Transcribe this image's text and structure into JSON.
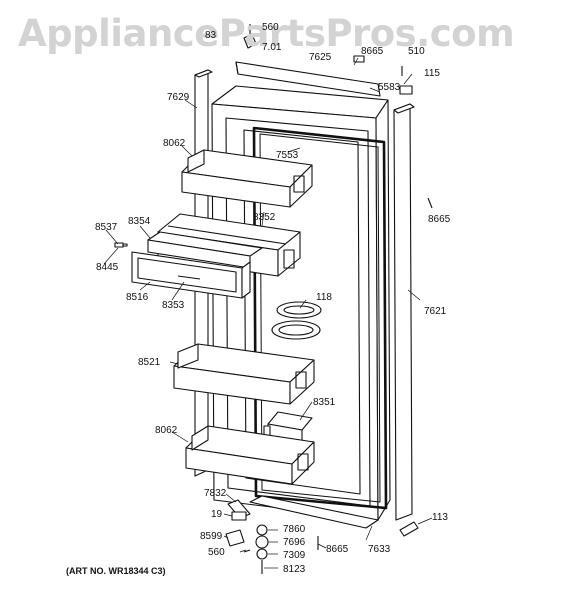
{
  "watermark": "AppliancePartsPros.com",
  "art_number": "(ART NO. WR18344 C3)",
  "labels": [
    "83",
    "560",
    "7.01",
    "7625",
    "8665",
    "510",
    "5583",
    "115",
    "7629",
    "8062",
    "7553",
    "8665",
    "8537",
    "8354",
    "8352",
    "8445",
    "8516",
    "8353",
    "118",
    "7621",
    "8521",
    "8351",
    "8062",
    "7832",
    "19",
    "113",
    "7860",
    "8599",
    "7696",
    "8665",
    "7633",
    "560",
    "7309",
    "8123"
  ]
}
